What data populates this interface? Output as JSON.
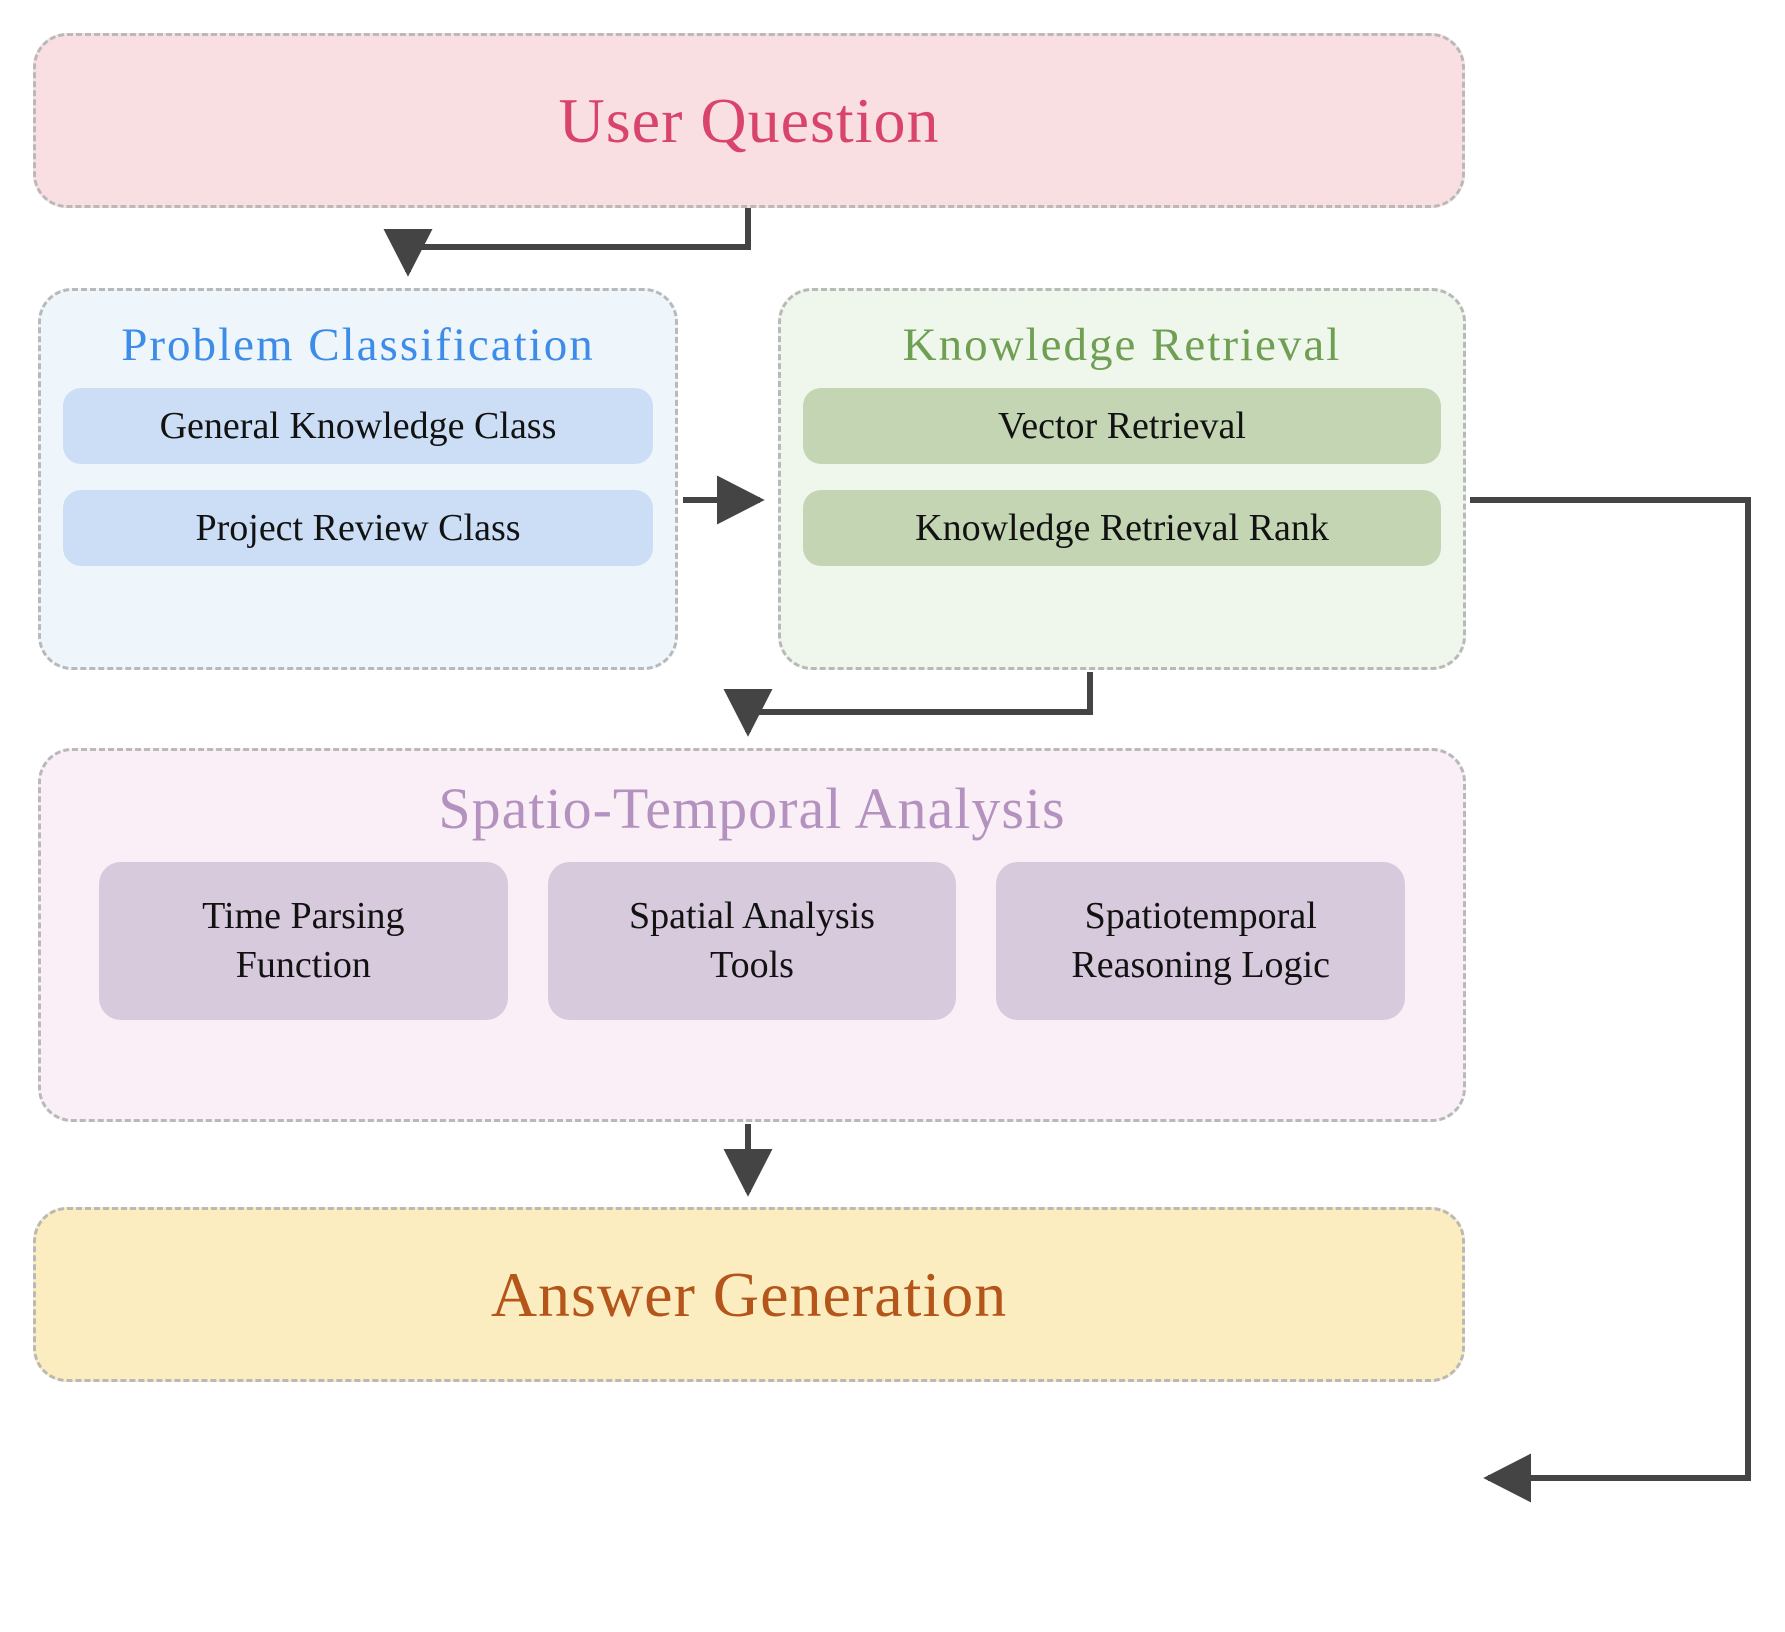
{
  "diagram": {
    "title": "User Question to Answer Generation pipeline",
    "colors": {
      "user_question_bg": "#f9dfe2",
      "user_question_text": "#d8446c",
      "problem_classification_bg": "#eef6fc",
      "problem_classification_text": "#3d8ce8",
      "problem_classification_pill": "#ccdef5",
      "knowledge_retrieval_bg": "#eff7ec",
      "knowledge_retrieval_text": "#6f9f53",
      "knowledge_retrieval_pill": "#c3d5b3",
      "spatio_temporal_bg": "#fbeff7",
      "spatio_temporal_text": "#b492bf",
      "spatio_temporal_card": "#d8cadd",
      "answer_generation_bg": "#fcedc0",
      "answer_generation_text": "#b4551a",
      "border": "#b9b9b9",
      "arrow": "#444444"
    }
  },
  "user_question": {
    "title": "User Question"
  },
  "problem_classification": {
    "title": "Problem  Classification",
    "items": [
      {
        "label": "General Knowledge Class"
      },
      {
        "label": "Project Review Class"
      }
    ]
  },
  "knowledge_retrieval": {
    "title": "Knowledge  Retrieval",
    "items": [
      {
        "label": "Vector Retrieval"
      },
      {
        "label": "Knowledge Retrieval Rank"
      }
    ]
  },
  "spatio_temporal": {
    "title": "Spatio-Temporal Analysis",
    "cards": [
      {
        "line1": "Time Parsing",
        "line2": "Function"
      },
      {
        "line1": "Spatial Analysis",
        "line2": "Tools"
      },
      {
        "line1": "Spatiotemporal",
        "line2": "Reasoning Logic"
      }
    ]
  },
  "answer_generation": {
    "title": "Answer Generation"
  },
  "edges": [
    {
      "name": "user-question-to-problem-classification",
      "from": "User Question",
      "to": "Problem Classification"
    },
    {
      "name": "general-knowledge-to-knowledge-retrieval",
      "from": "General Knowledge Class",
      "to": "Knowledge Retrieval"
    },
    {
      "name": "knowledge-retrieval-to-spatio-temporal",
      "from": "Knowledge Retrieval",
      "to": "Spatio-Temporal Analysis"
    },
    {
      "name": "spatio-temporal-to-answer-generation",
      "from": "Spatio-Temporal Analysis",
      "to": "Answer Generation"
    },
    {
      "name": "knowledge-retrieval-to-answer-generation",
      "from": "Knowledge Retrieval",
      "to": "Answer Generation"
    }
  ]
}
